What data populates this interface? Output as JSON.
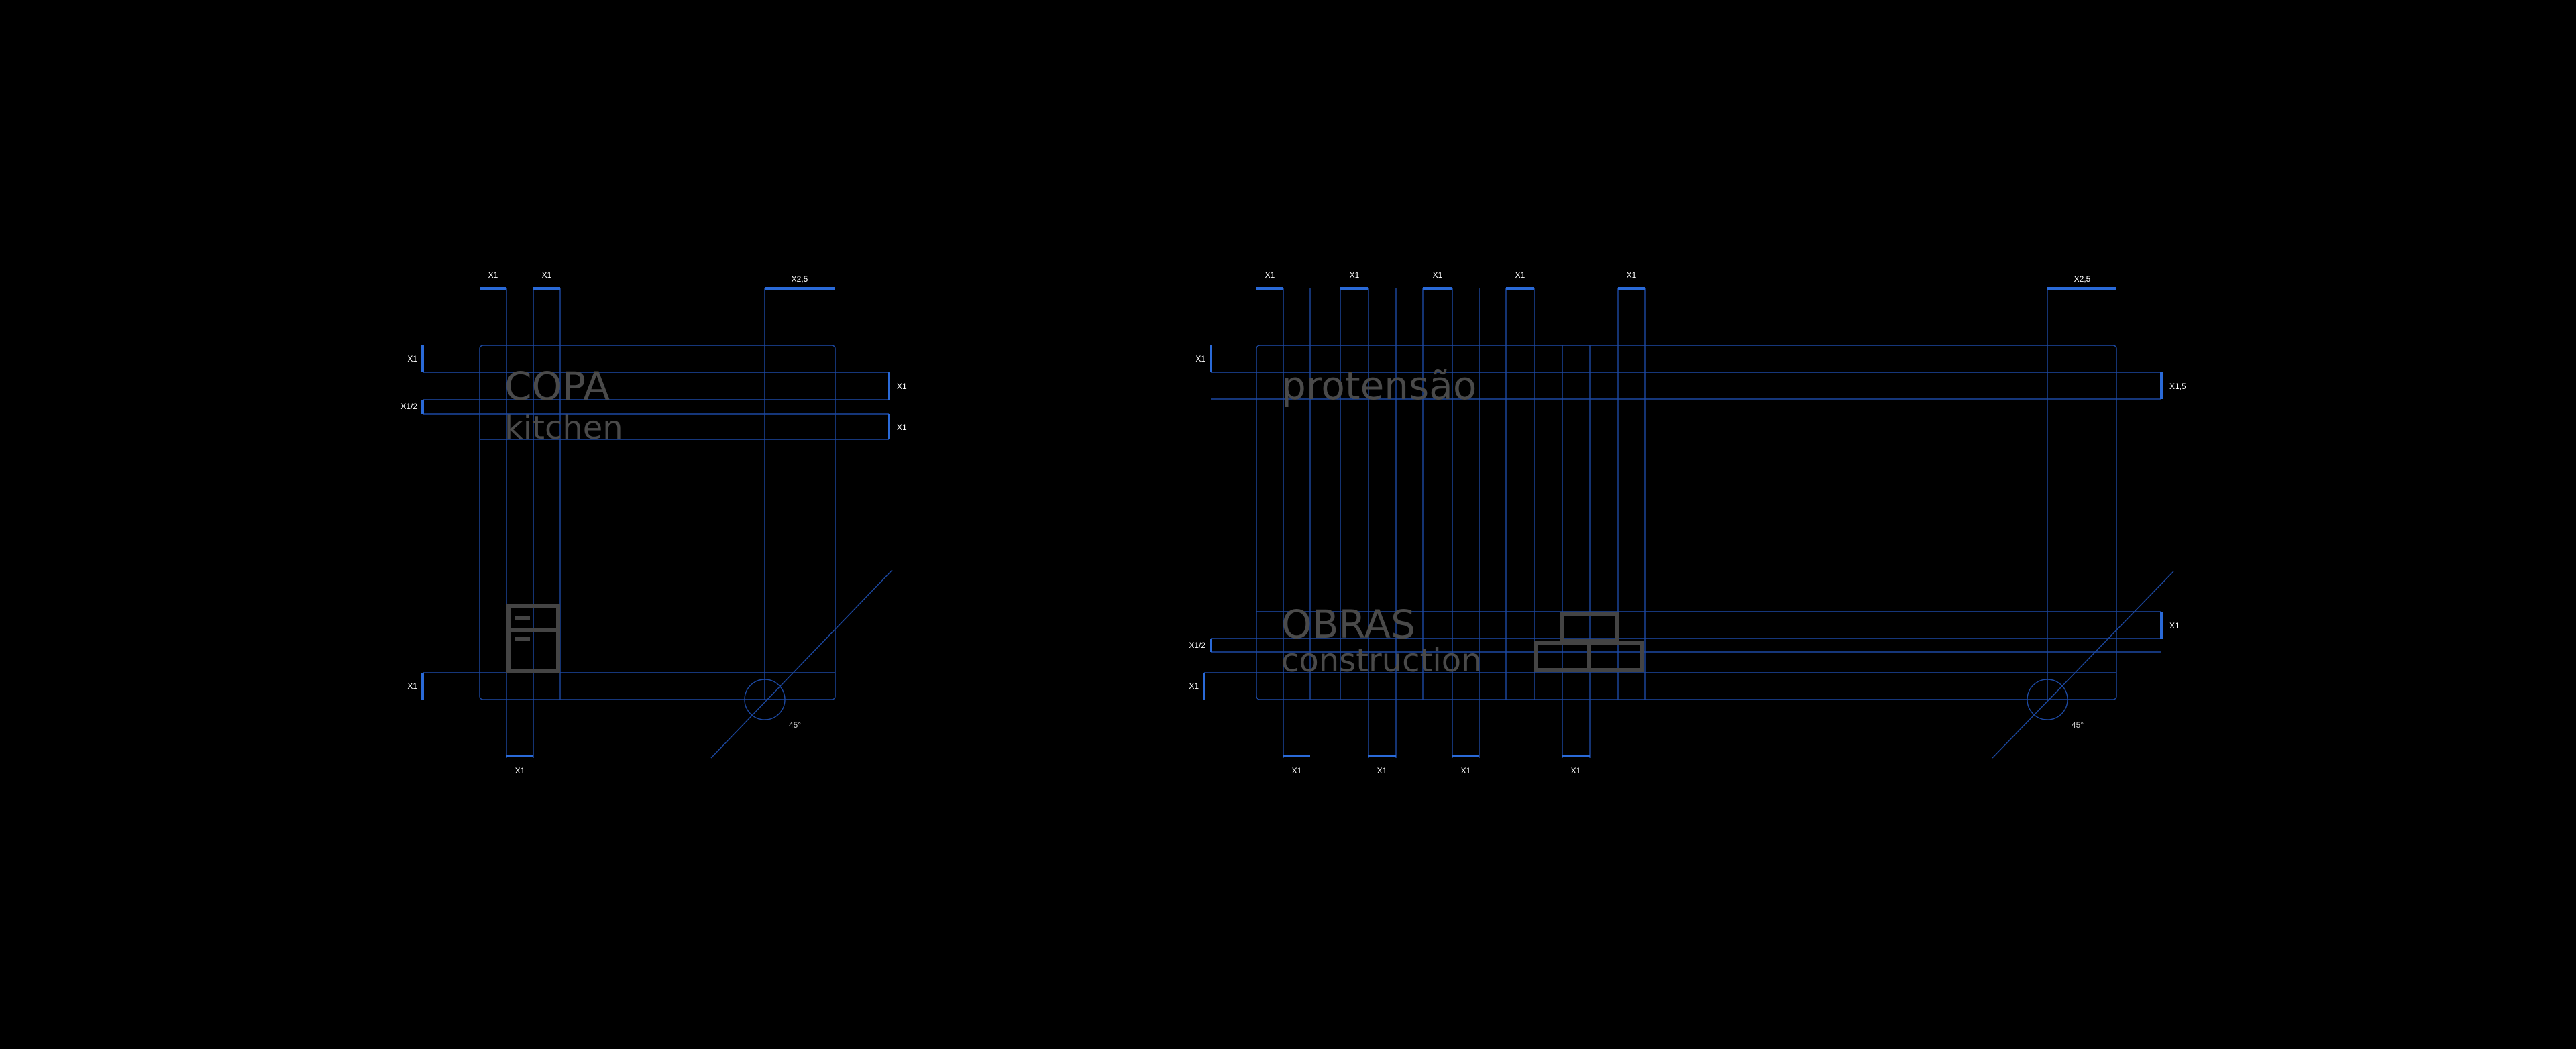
{
  "colors": {
    "background": "#000000",
    "grid_line": "#1c49a3",
    "marker": "#2a6ad8",
    "text_muted": "#4a4a4a",
    "label": "#ffffff"
  },
  "panel_left": {
    "title": "COPA",
    "subtitle": "kitchen",
    "icon": "stove-icon",
    "top_labels": [
      "X1",
      "X1",
      "X2,5"
    ],
    "left_labels": [
      "X1",
      "X1/2",
      "X1"
    ],
    "right_labels": [
      "X1",
      "X1"
    ],
    "bottom_labels": [
      "X1"
    ],
    "angle_label": "45°"
  },
  "panel_right": {
    "title_top": "protensão",
    "title": "OBRAS",
    "subtitle": "construction",
    "icon": "bricks-icon",
    "top_labels": [
      "X1",
      "X1",
      "X1",
      "X1",
      "X1",
      "X2,5"
    ],
    "left_labels": [
      "X1",
      "X1/2",
      "X1"
    ],
    "right_labels": [
      "X1,5",
      "X1"
    ],
    "bottom_labels": [
      "X1",
      "X1",
      "X1",
      "X1"
    ],
    "angle_label": "45°"
  }
}
